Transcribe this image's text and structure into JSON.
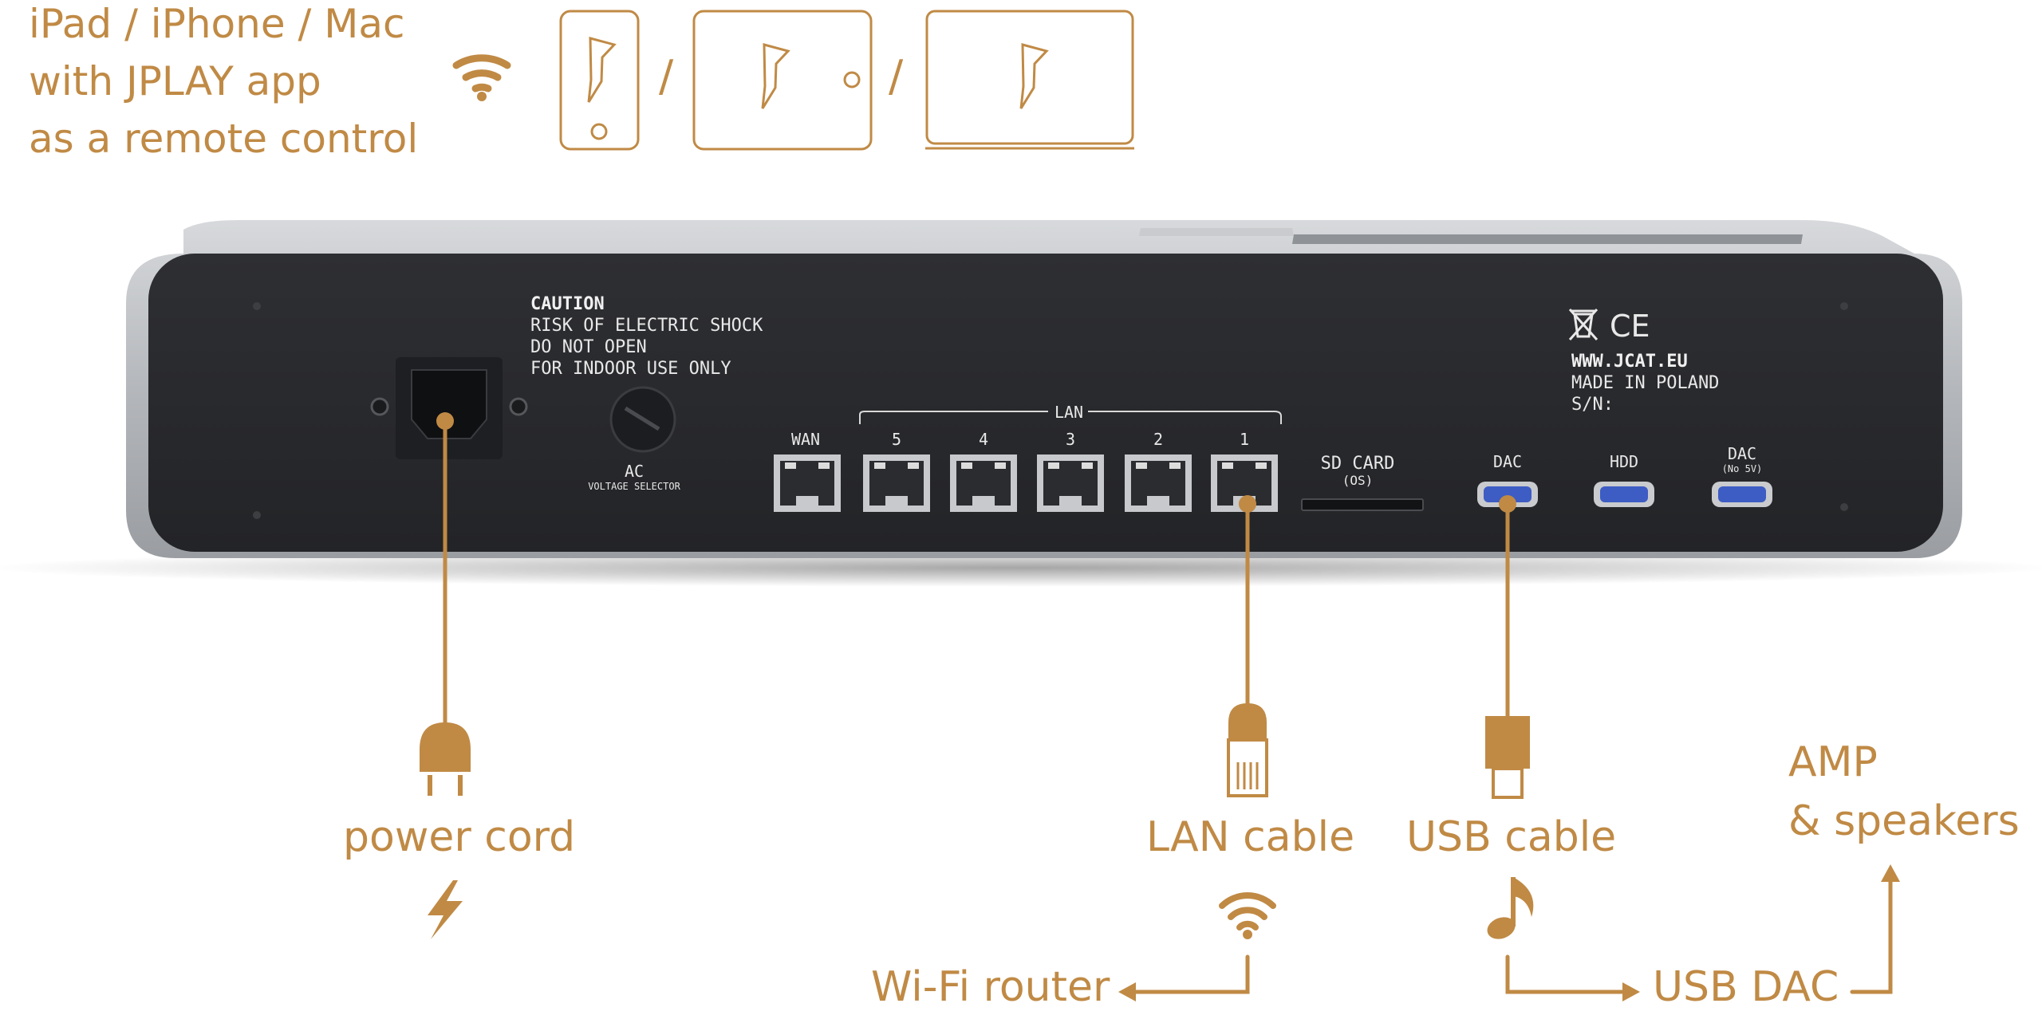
{
  "remote": {
    "lines": [
      "iPad / iPhone / Mac",
      "with JPLAY app",
      "as a remote control"
    ],
    "separator": "/"
  },
  "device": {
    "caution": [
      "CAUTION",
      "RISK OF ELECTRIC SHOCK",
      "DO NOT OPEN",
      "FOR INDOOR USE ONLY"
    ],
    "ac_label": "AC",
    "ac_sub": "VOLTAGE SELECTOR",
    "wan_label": "WAN",
    "lan_label": "LAN",
    "lan_ports": [
      "5",
      "4",
      "3",
      "2",
      "1"
    ],
    "sd_label": "SD CARD",
    "sd_sub": "(OS)",
    "usb_dac": "DAC",
    "usb_hdd": "HDD",
    "usb_dac2": "DAC",
    "usb_dac2_sub": "(No 5V)",
    "marks": "CE",
    "website": "WWW.JCAT.EU",
    "made_in": "MADE IN POLAND",
    "serial": "S/N:"
  },
  "labels": {
    "power_cord": "power cord",
    "lan_cable": "LAN cable",
    "usb_cable": "USB cable",
    "wifi_router": "Wi-Fi router",
    "usb_dac": "USB DAC",
    "amp_line1": "AMP",
    "amp_line2": "& speakers"
  },
  "icons": [
    "wifi-icon",
    "phone-icon",
    "tablet-icon",
    "laptop-icon",
    "plug-icon",
    "lightning-icon",
    "rj45-plug-icon",
    "usb-plug-icon",
    "music-note-icon",
    "arrow-icon"
  ],
  "colors": {
    "accent": "#c08a45",
    "device_panel": "#2a2b2e",
    "device_frame": "#b9bcc0"
  }
}
